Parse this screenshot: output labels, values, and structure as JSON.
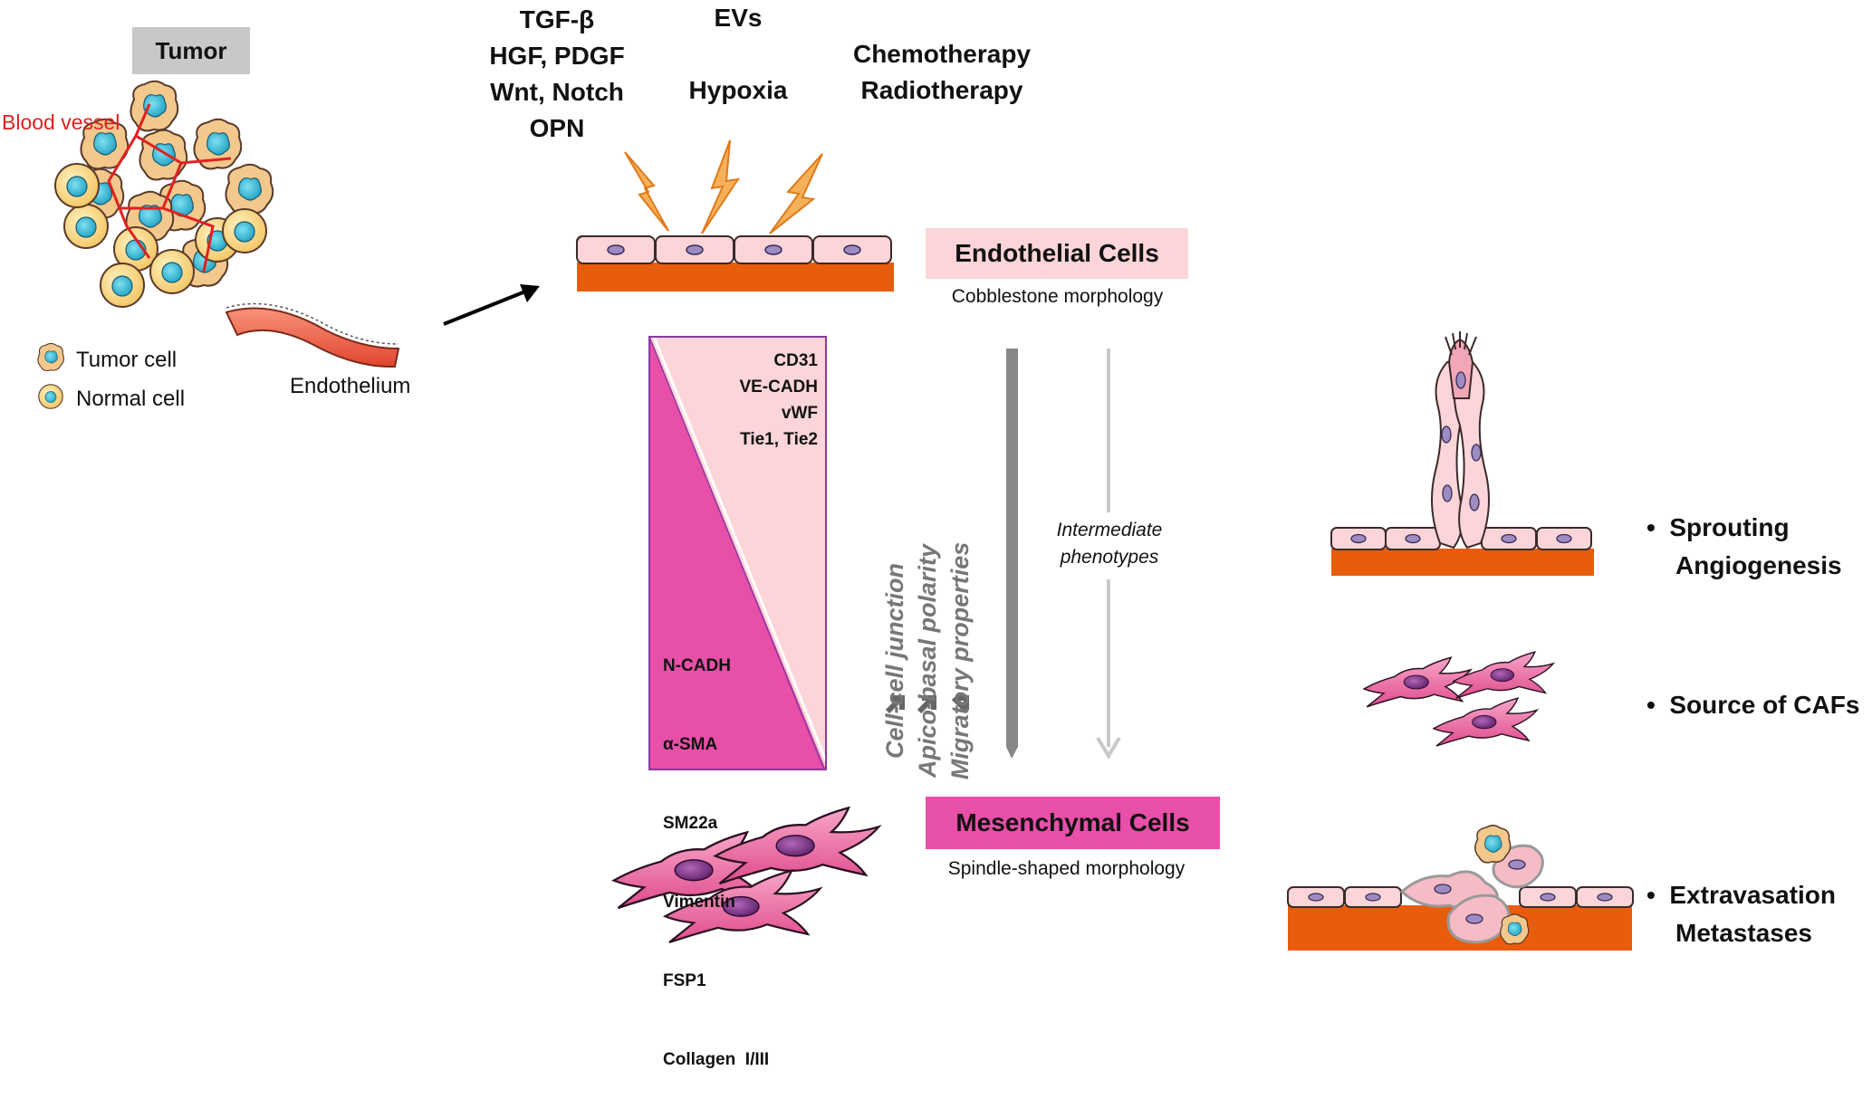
{
  "tumor_panel": {
    "title": "Tumor",
    "blood_vessel_label": "Blood vessel",
    "endothelium_label": "Endothelium",
    "legend": {
      "tumor_cell": "Tumor cell",
      "normal_cell": "Normal cell"
    }
  },
  "stimuli": {
    "group1": [
      "TGF-β",
      "HGF, PDGF",
      "Wnt, Notch",
      "OPN"
    ],
    "group2": [
      "EVs",
      "Hypoxia"
    ],
    "group3": [
      "Chemotherapy",
      "Radiotherapy"
    ]
  },
  "endothelial": {
    "title": "Endothelial Cells",
    "subtitle": "Cobblestone morphology"
  },
  "mesenchymal": {
    "title": "Mesenchymal Cells",
    "subtitle": "Spindle-shaped morphology"
  },
  "markers": {
    "endothelial": [
      "CD31",
      "VE-CADH",
      "vWF",
      "Tie1, Tie2"
    ],
    "mesenchymal": [
      "N-CADH",
      "α-SMA",
      "SM22a",
      "Vimentin",
      "FSP1",
      "Collagen  I/III"
    ]
  },
  "properties": [
    "Cell-cell junction",
    "Apico-basal polarity",
    "Migratory properties"
  ],
  "intermediate": [
    "Intermediate",
    "phenotypes"
  ],
  "outcomes": {
    "sprouting": [
      "Sprouting",
      "Angiogenesis"
    ],
    "cafs": "Source of CAFs",
    "extravasation": [
      "Extravasation",
      "Metastases"
    ],
    "bullet": "•"
  },
  "colors": {
    "endothelial_pink": "#fcd5d8",
    "mesenchymal_magenta": "#e84fa8",
    "basement_orange": "#e85c0d",
    "tumor_title_bg": "#c8c8c8",
    "blood_vessel_red": "#e02020",
    "cell_border": "#5a3a2a",
    "spark_orange": "#f7b05a"
  }
}
